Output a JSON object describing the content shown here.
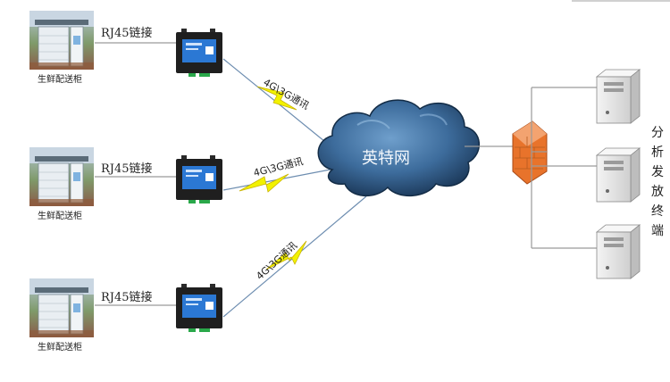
{
  "kiosks": [
    {
      "label": "生鲜配送柜"
    },
    {
      "label": "生鲜配送柜"
    },
    {
      "label": "生鲜配送柜"
    }
  ],
  "rj45_labels": [
    "RJ45链接",
    "RJ45链接",
    "RJ45链接"
  ],
  "wireless_labels": [
    "4G\\3G通讯",
    "4G\\3G通讯",
    "4G\\3G通讯"
  ],
  "cloud_label": "英特网",
  "terminal_label": "分析发放终端",
  "colors": {
    "cloud_dark": "#1c3f63",
    "cloud_light": "#4f86b8",
    "lightning": "#f2f200",
    "firewall": "#e8732b",
    "device_blue": "#2b78d4",
    "device_body": "#1f1f1f",
    "connector_green": "#2aa84a",
    "server_gray": "#e6e6e6"
  }
}
